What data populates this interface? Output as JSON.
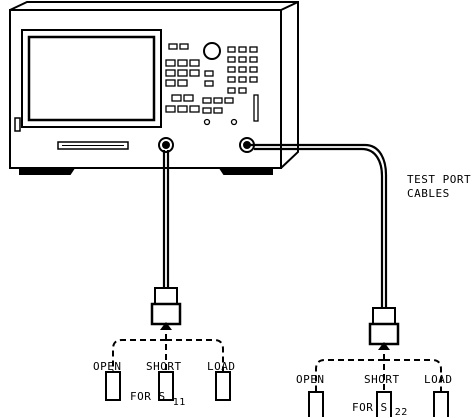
{
  "labels": {
    "cables_line1": "TEST PORT",
    "cables_line2": "CABLES"
  },
  "left_set": {
    "standards": [
      "OPEN",
      "SHORT",
      "LOAD"
    ],
    "caption_prefix": "FOR S",
    "caption_sub": "11"
  },
  "right_set": {
    "standards": [
      "OPEN",
      "SHORT",
      "LOAD"
    ],
    "caption_prefix": "FOR S",
    "caption_sub": "22"
  }
}
